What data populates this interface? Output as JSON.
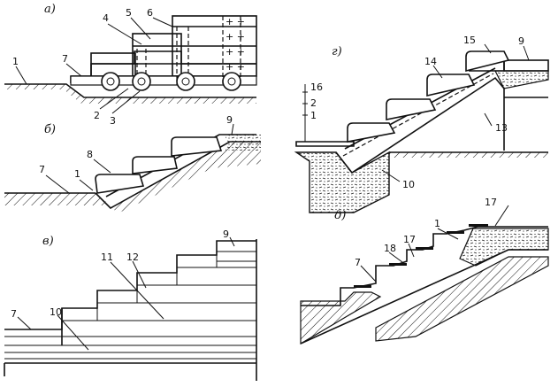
{
  "panels": {
    "a": {
      "label": "а)",
      "callouts": [
        "1",
        "7",
        "4",
        "5",
        "6",
        "2",
        "3"
      ]
    },
    "b": {
      "label": "б)",
      "callouts": [
        "9",
        "8",
        "7",
        "1"
      ]
    },
    "v": {
      "label": "в)",
      "callouts": [
        "9",
        "11",
        "12",
        "7",
        "10"
      ]
    },
    "g": {
      "label": "г)",
      "callouts": [
        "15",
        "9",
        "14",
        "16",
        "2",
        "1",
        "13",
        "10"
      ]
    },
    "d": {
      "label": "д)",
      "callouts": [
        "17",
        "1",
        "18",
        "17",
        "7"
      ]
    }
  },
  "colors": {
    "line": "#111111",
    "background": "#ffffff"
  }
}
